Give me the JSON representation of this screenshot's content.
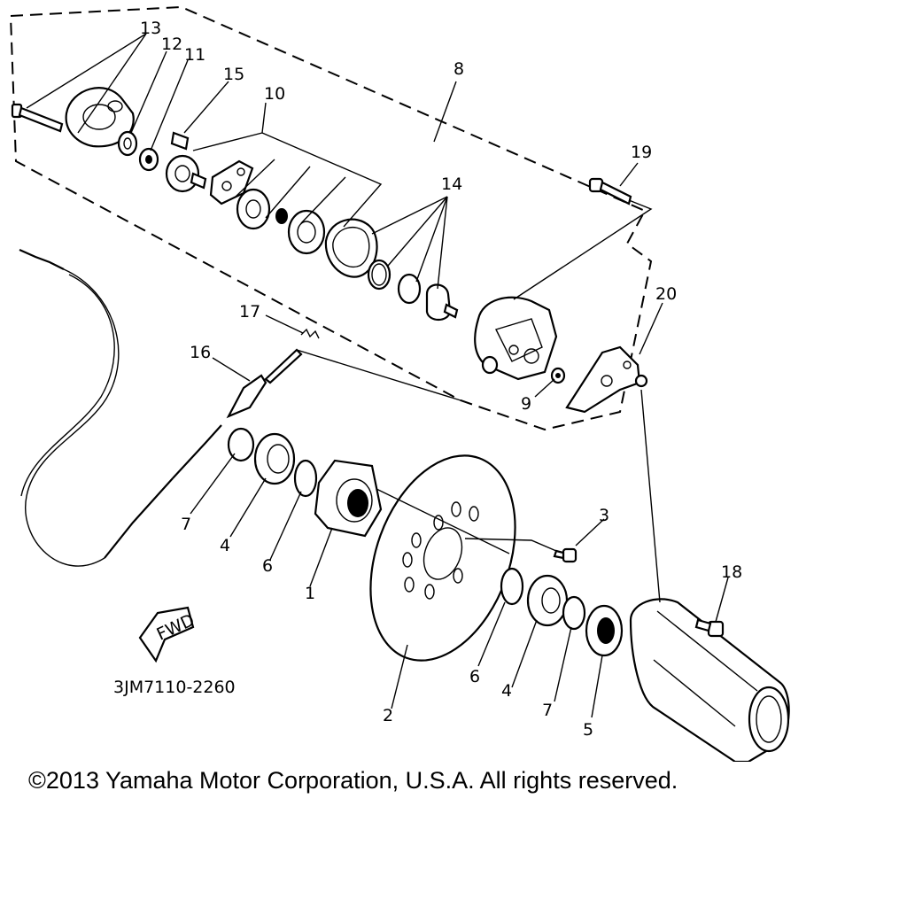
{
  "diagram": {
    "part_numbers": {
      "p1": "1",
      "p2": "2",
      "p3": "3",
      "p4a": "4",
      "p4b": "4",
      "p5": "5",
      "p6a": "6",
      "p6b": "6",
      "p7a": "7",
      "p7b": "7",
      "p8": "8",
      "p9": "9",
      "p10": "10",
      "p11": "11",
      "p12": "12",
      "p13": "13",
      "p14": "14",
      "p15": "15",
      "p16": "16",
      "p17": "17",
      "p18": "18",
      "p19": "19",
      "p20": "20"
    },
    "fwd_label": "FWD",
    "drawing_code": "3JM7110-2260"
  },
  "footer": {
    "copyright": "©2013 Yamaha Motor Corporation, U.S.A. All rights reserved."
  }
}
